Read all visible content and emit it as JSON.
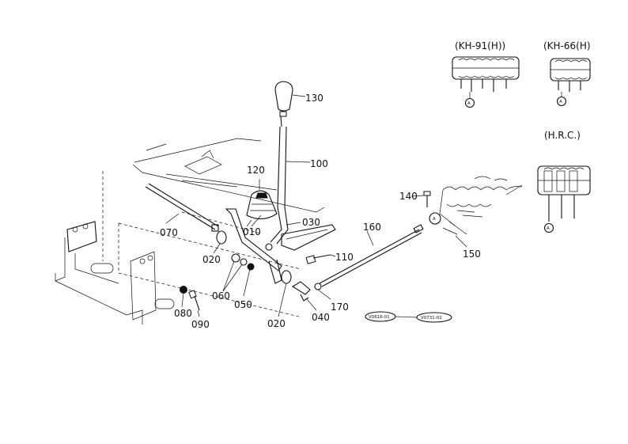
{
  "variants": {
    "kh91": "(KH-91(H))",
    "kh66": "(KH-66(H)",
    "hrc": "(H.R.C.)"
  },
  "circle_marker": "A",
  "parts": {
    "p130": "130",
    "p120": "120",
    "p100": "100",
    "p140": "140",
    "p030": "030",
    "p160": "160",
    "p070": "070",
    "p010": "010",
    "p020a": "020",
    "p110": "110",
    "p150": "150",
    "p060": "060",
    "p050": "050",
    "p170": "170",
    "p080": "080",
    "p090": "090",
    "p020b": "020",
    "p040": "040"
  },
  "ref_codes": {
    "left": "V0616-01",
    "right": "V0731-02"
  }
}
